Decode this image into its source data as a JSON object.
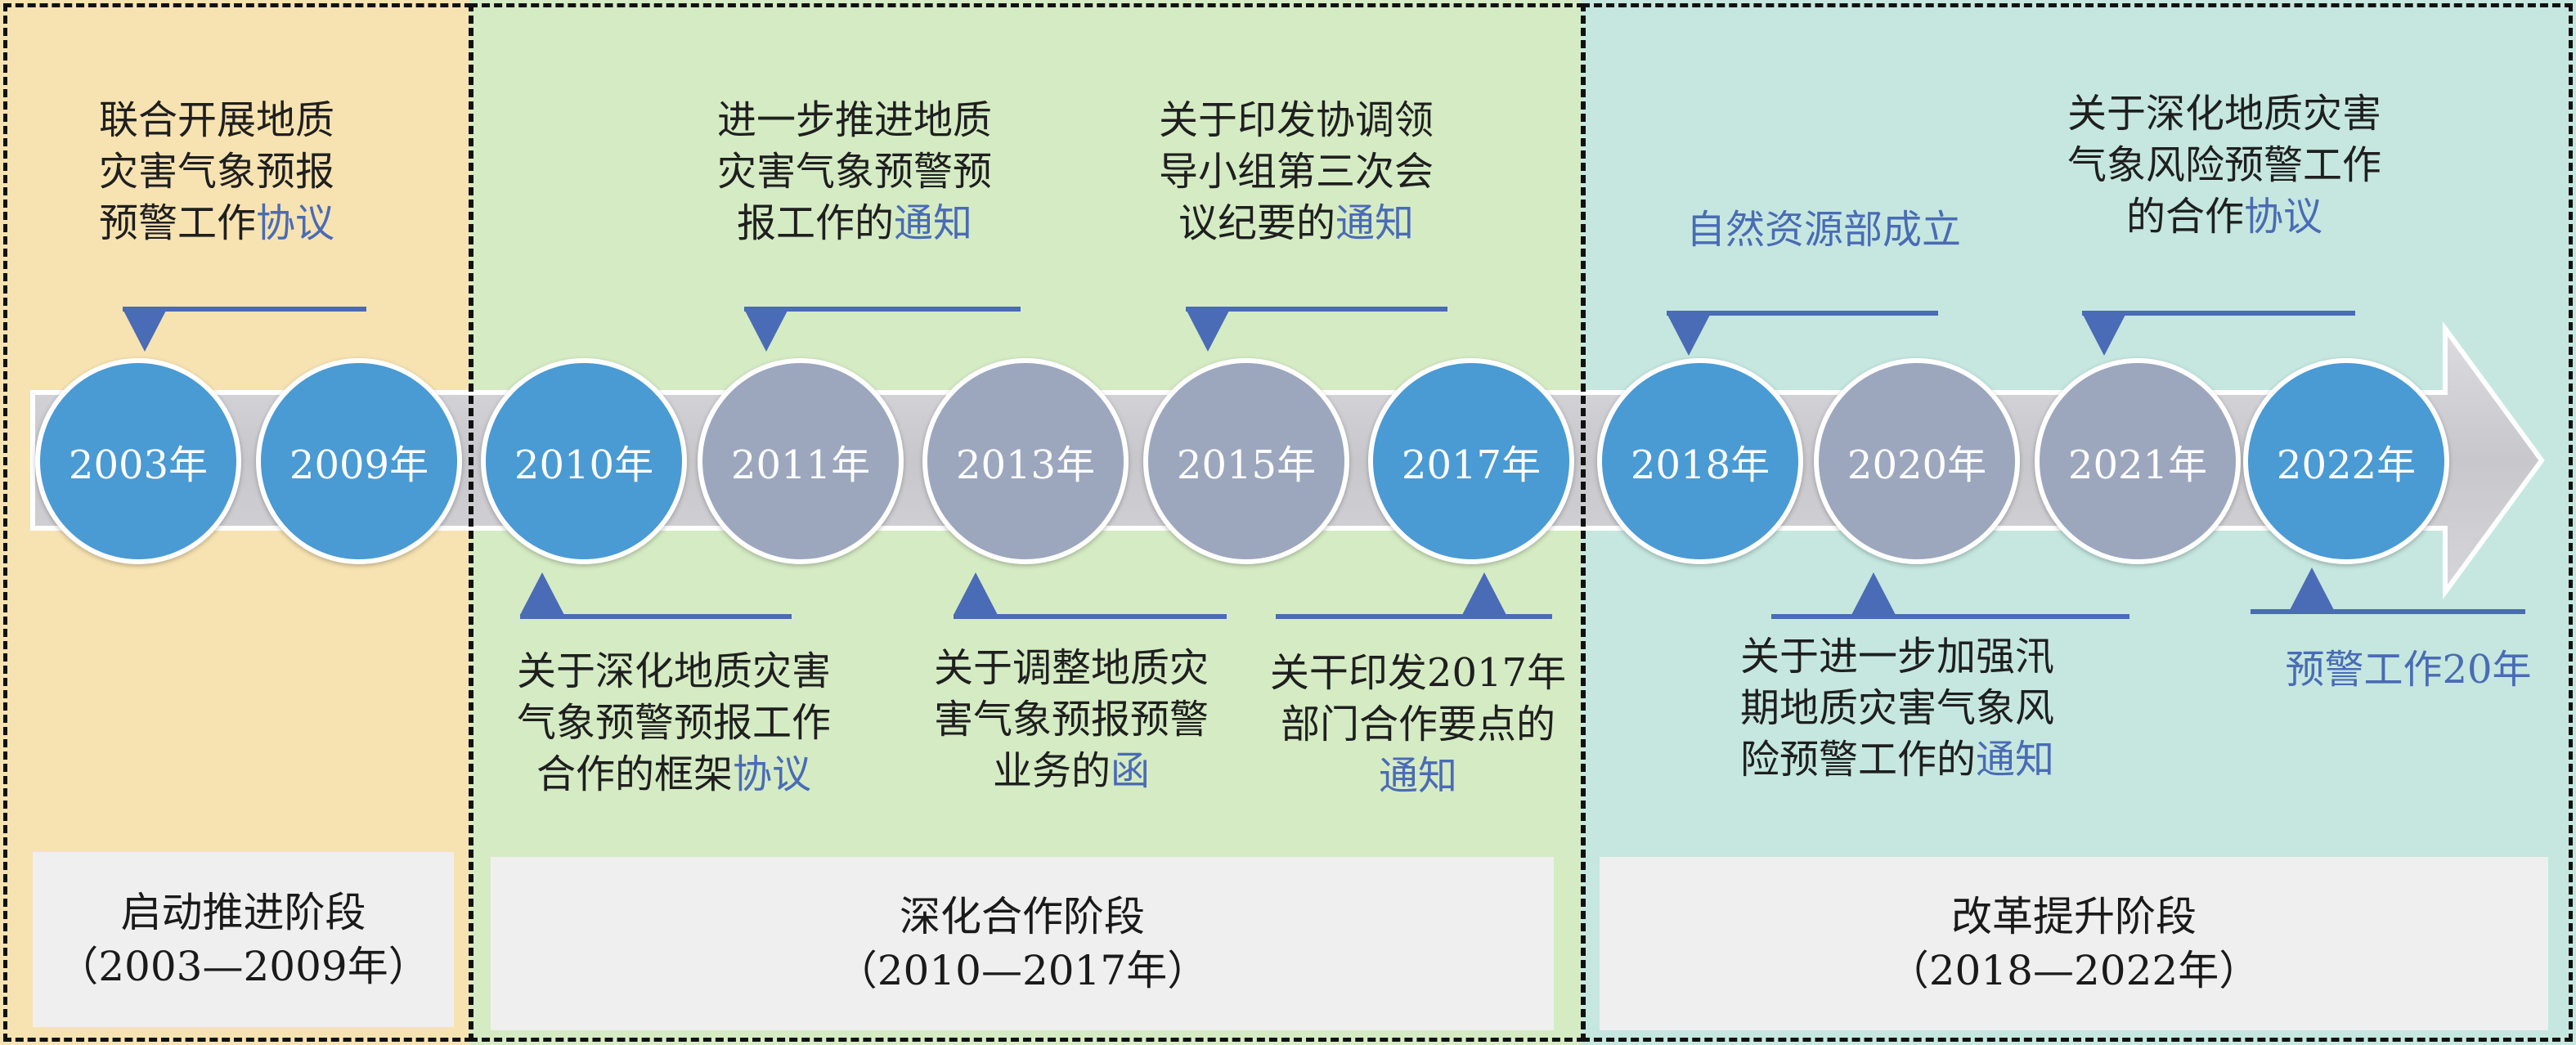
{
  "colors": {
    "phase1_bg": "#f7e3b1",
    "phase2_bg": "#d5ebc4",
    "phase3_bg": "#c5e7df",
    "circle_highlight": "#4a9ad4",
    "circle_normal": "#9ca7be",
    "marker": "#4a6bb5",
    "arrow_body": "#cfcfd3",
    "accent_text": "#4a6bb5"
  },
  "years": [
    {
      "label": "2003年",
      "highlight": true
    },
    {
      "label": "2009年",
      "highlight": true
    },
    {
      "label": "2010年",
      "highlight": true
    },
    {
      "label": "2011年",
      "highlight": false
    },
    {
      "label": "2013年",
      "highlight": false
    },
    {
      "label": "2015年",
      "highlight": false
    },
    {
      "label": "2017年",
      "highlight": true
    },
    {
      "label": "2018年",
      "highlight": true
    },
    {
      "label": "2020年",
      "highlight": false
    },
    {
      "label": "2021年",
      "highlight": false
    },
    {
      "label": "2022年",
      "highlight": true
    }
  ],
  "events": {
    "e2003": {
      "lines": [
        "联合开展地质",
        "灾害气象预报"
      ],
      "last_prefix": "预警工作",
      "last_accent": "协议"
    },
    "e2011": {
      "lines": [
        "进一步推进地质",
        "灾害气象预警预"
      ],
      "last_prefix": "报工作的",
      "last_accent": "通知"
    },
    "e2015": {
      "lines": [
        "关于印发协调领",
        "导小组第三次会"
      ],
      "last_prefix": "议纪要的",
      "last_accent": "通知"
    },
    "e2018": {
      "text": "自然资源部成立"
    },
    "e2021": {
      "lines": [
        "关于深化地质灾害",
        "气象风险预警工作"
      ],
      "last_prefix": "的合作",
      "last_accent": "协议"
    },
    "e2010": {
      "lines": [
        "关于深化地质灾害",
        "气象预警预报工作"
      ],
      "last_prefix": "合作的框架",
      "last_accent": "协议"
    },
    "e2013": {
      "lines": [
        "关于调整地质灾",
        "害气象预报预警"
      ],
      "last_prefix": "业务的",
      "last_accent": "函"
    },
    "e2017": {
      "lines": [
        "关干印发2017年",
        "部门合作要点的"
      ],
      "last_prefix": "",
      "last_accent": "通知"
    },
    "e2020": {
      "lines": [
        "关于进一步加强汛",
        "期地质灾害气象风"
      ],
      "last_prefix": "险预警工作的",
      "last_accent": "通知"
    },
    "e2022": {
      "text": "预警工作20年"
    }
  },
  "phases": [
    {
      "name": "启动推进阶段",
      "range": "（2003—2009年）"
    },
    {
      "name": "深化合作阶段",
      "range": "（2010—2017年）"
    },
    {
      "name": "改革提升阶段",
      "range": "（2018—2022年）"
    }
  ]
}
